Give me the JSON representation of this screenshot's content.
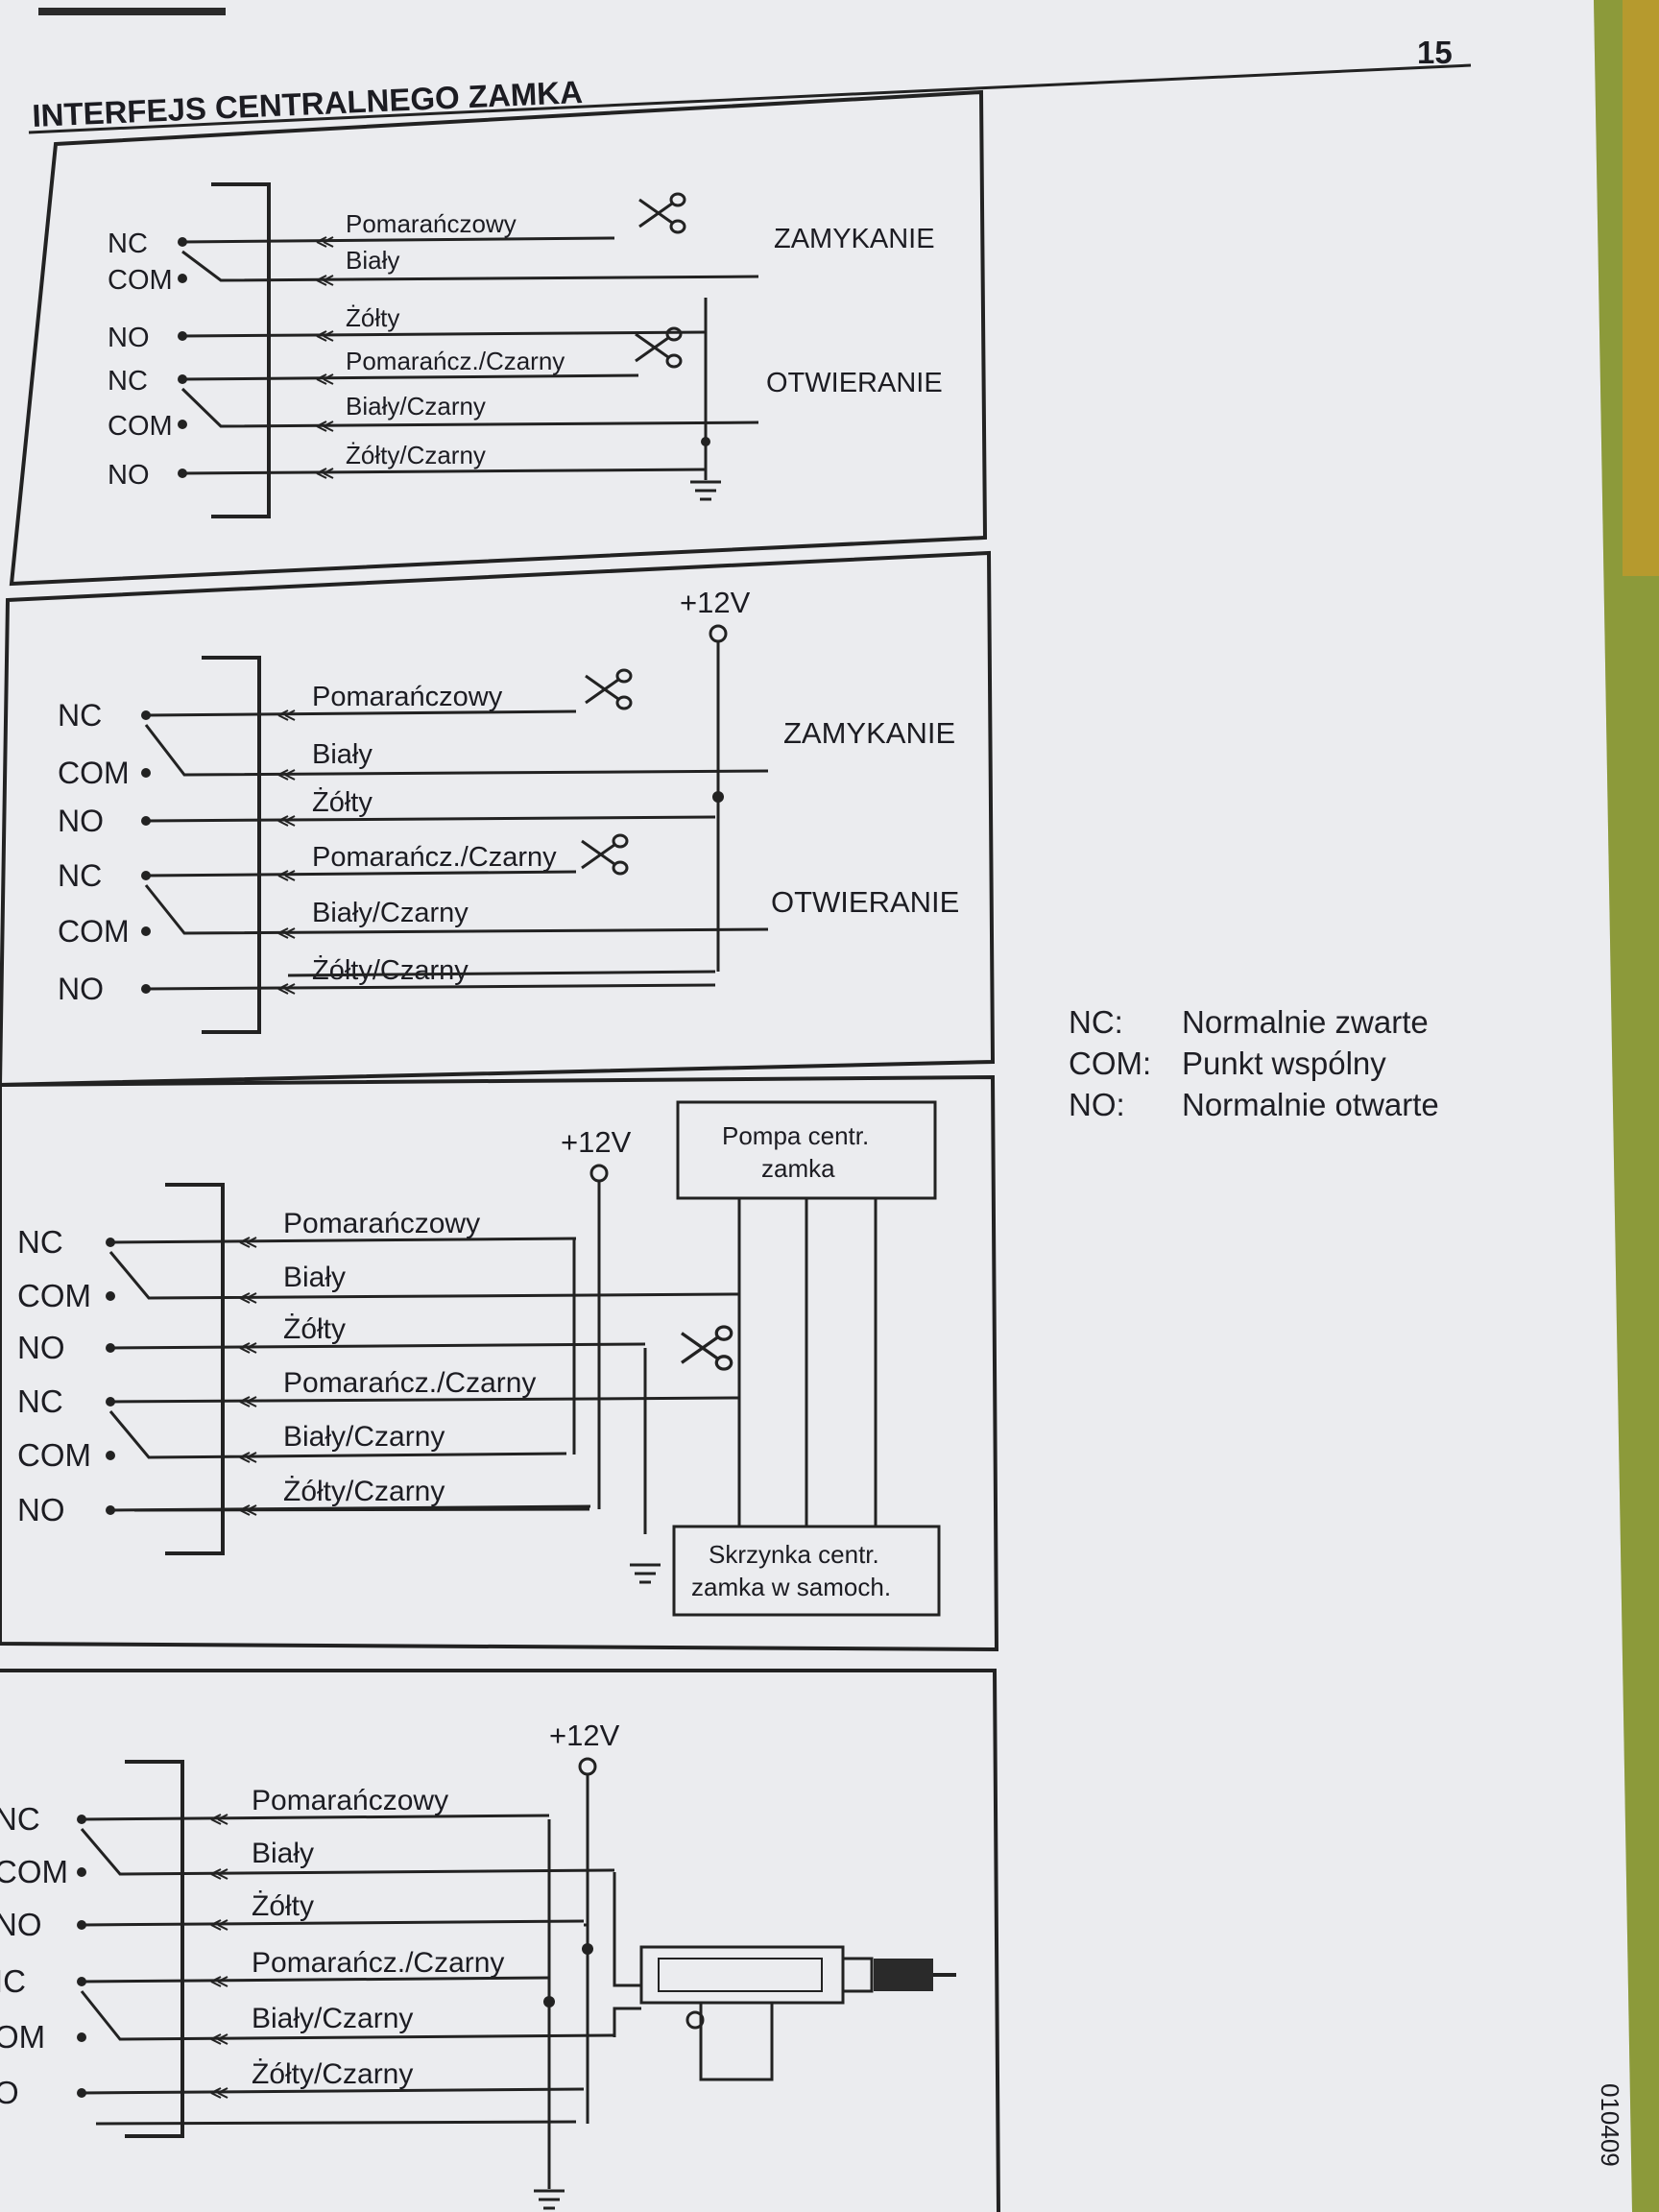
{
  "page": {
    "title": "INTERFEJS CENTRALNEGO ZAMKA",
    "page_number": "15",
    "side_code": "010409"
  },
  "panels": [
    {
      "terminals": [
        "NC",
        "COM",
        "NO",
        "NC",
        "COM",
        "NO"
      ],
      "wires": [
        "Pomarańczowy",
        "Biały",
        "Żółty",
        "Pomarańcz./Czarny",
        "Biały/Czarny",
        "Żółty/Czarny"
      ],
      "outputs": [
        "ZAMYKANIE",
        "OTWIERANIE"
      ]
    },
    {
      "terminals": [
        "NC",
        "COM",
        "NO",
        "NC",
        "COM",
        "NO"
      ],
      "wires": [
        "Pomarańczowy",
        "Biały",
        "Żółty",
        "Pomarańcz./Czarny",
        "Biały/Czarny",
        "Żółty/Czarny"
      ],
      "outputs": [
        "ZAMYKANIE",
        "OTWIERANIE"
      ],
      "supply": "+12V"
    },
    {
      "terminals": [
        "NC",
        "COM",
        "NO",
        "NC",
        "COM",
        "NO"
      ],
      "wires": [
        "Pomarańczowy",
        "Biały",
        "Żółty",
        "Pomarańcz./Czarny",
        "Biały/Czarny",
        "Żółty/Czarny"
      ],
      "supply": "+12V",
      "pump_box": [
        "Pompa centr.",
        "zamka"
      ],
      "car_box": [
        "Skrzynka centr.",
        "zamka w samoch."
      ]
    },
    {
      "terminals": [
        "NC",
        "COM",
        "NO",
        "IC",
        "OM",
        "O"
      ],
      "wires": [
        "Pomarańczowy",
        "Biały",
        "Żółty",
        "Pomarańcz./Czarny",
        "Biały/Czarny",
        "Żółty/Czarny"
      ],
      "supply": "+12V"
    }
  ],
  "legend": [
    {
      "key": "NC:",
      "value": "Normalnie zwarte"
    },
    {
      "key": "COM:",
      "value": "Punkt wspólny"
    },
    {
      "key": "NO:",
      "value": "Normalnie otwarte"
    }
  ],
  "icons": [
    "scissors-icon",
    "ground-icon",
    "actuator-icon",
    "terminal-dot-icon"
  ]
}
